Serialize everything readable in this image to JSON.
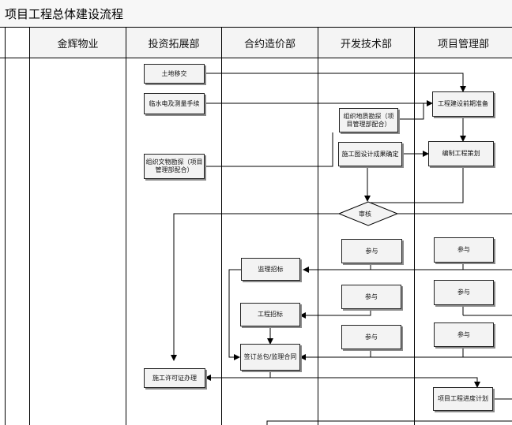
{
  "title": "项目工程总体建设流程",
  "lanes": [
    "金辉物业",
    "投资拓展部",
    "合约造价部",
    "开发技术部",
    "项目管理部"
  ],
  "nodes": {
    "land_transfer": "土地移交",
    "temp_utilities": "临水电及测量手续",
    "geo_survey": "组织地质勘探（项目管理部配合）",
    "relic_survey": "组织文物勘探（项目管理部配合）",
    "drawing_confirm": "施工图设计成果确定",
    "preconstruction_prep": "工程建设前期准备",
    "construction_plan": "编制工程策划",
    "review": "审核",
    "participate_dev_1": "参与",
    "participate_pm_1": "参与",
    "supervision_bidding": "监理招标",
    "participate_dev_2": "参与",
    "participate_pm_2": "参与",
    "engineering_bidding": "工程招标",
    "participate_dev_3": "参与",
    "participate_pm_3": "参与",
    "sign_contract": "签订总包/监理合同",
    "permit": "施工许可证办理",
    "progress_plan": "项目工程进度计划"
  }
}
